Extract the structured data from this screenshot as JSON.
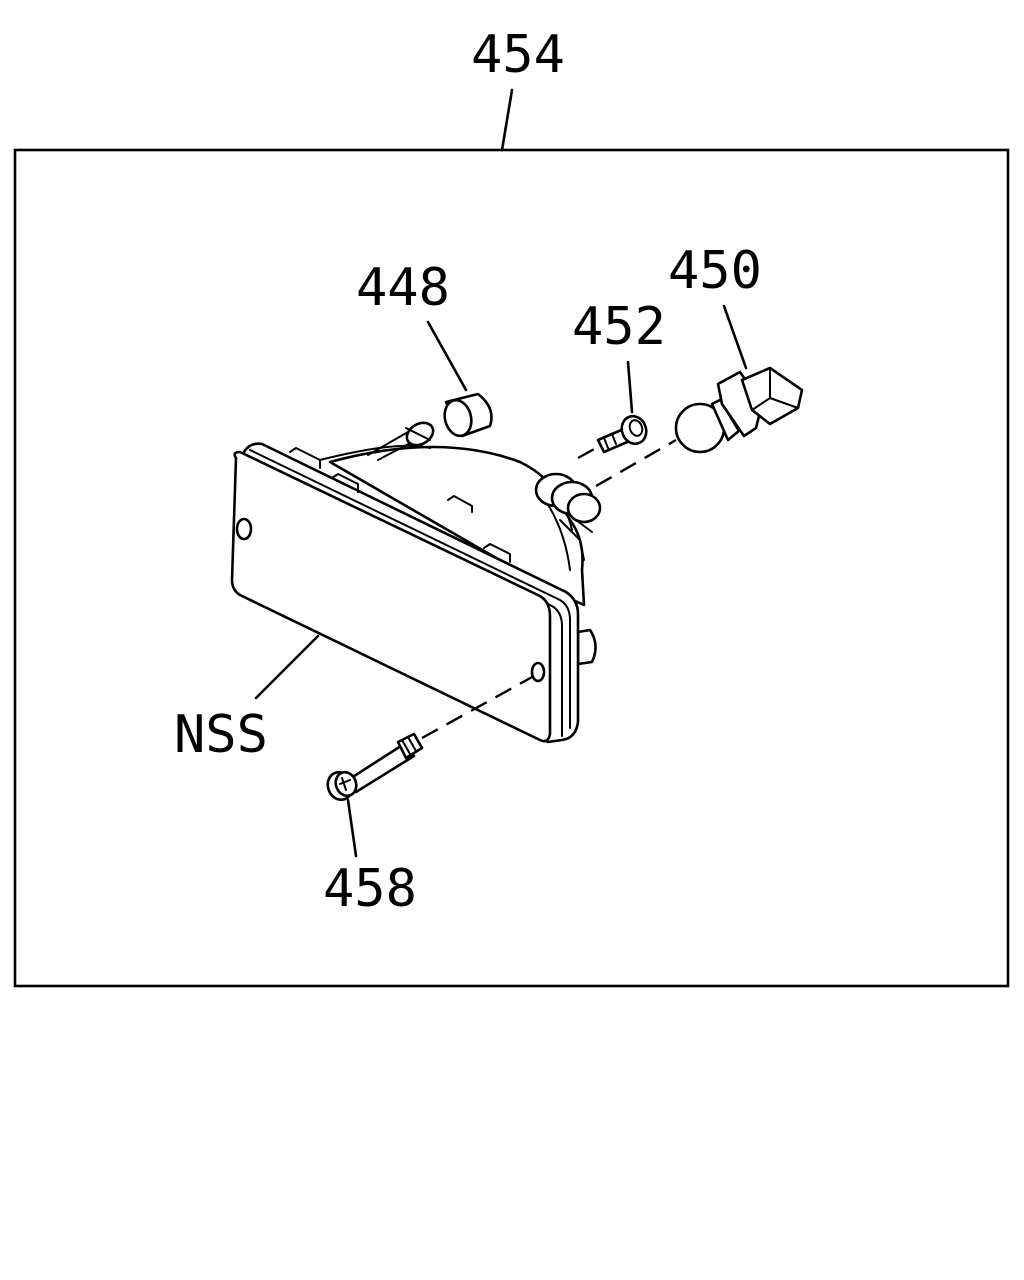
{
  "diagram": {
    "callouts": {
      "assembly": "454",
      "bulb_cover": "448",
      "bulb": "450",
      "small_screw": "452",
      "housing": "NSS",
      "mounting_bolt": "458"
    }
  }
}
